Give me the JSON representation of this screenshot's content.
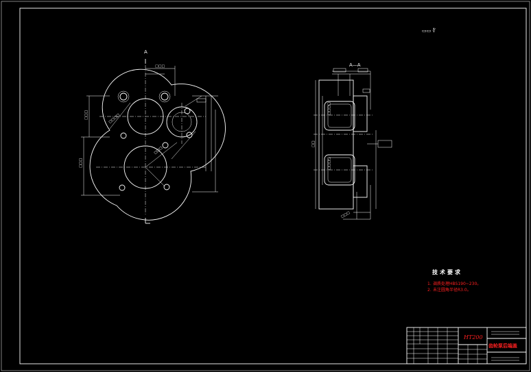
{
  "drawing": {
    "roughness_note": "▭▭ ∜",
    "section_label": "A",
    "section_view_label": "A—A",
    "tech_title": "技术要求",
    "requirements": [
      {
        "num": "1.",
        "text": "调质处理HBS190~230。"
      },
      {
        "num": "2.",
        "text": "未注圆角半径R3.0。"
      }
    ],
    "title_block": {
      "material": "HT200",
      "part_name": "齿轮泵后端盖"
    },
    "colors": {
      "background": "#000000",
      "lines": "#ffffff",
      "accent_text": "#ff2020"
    }
  }
}
